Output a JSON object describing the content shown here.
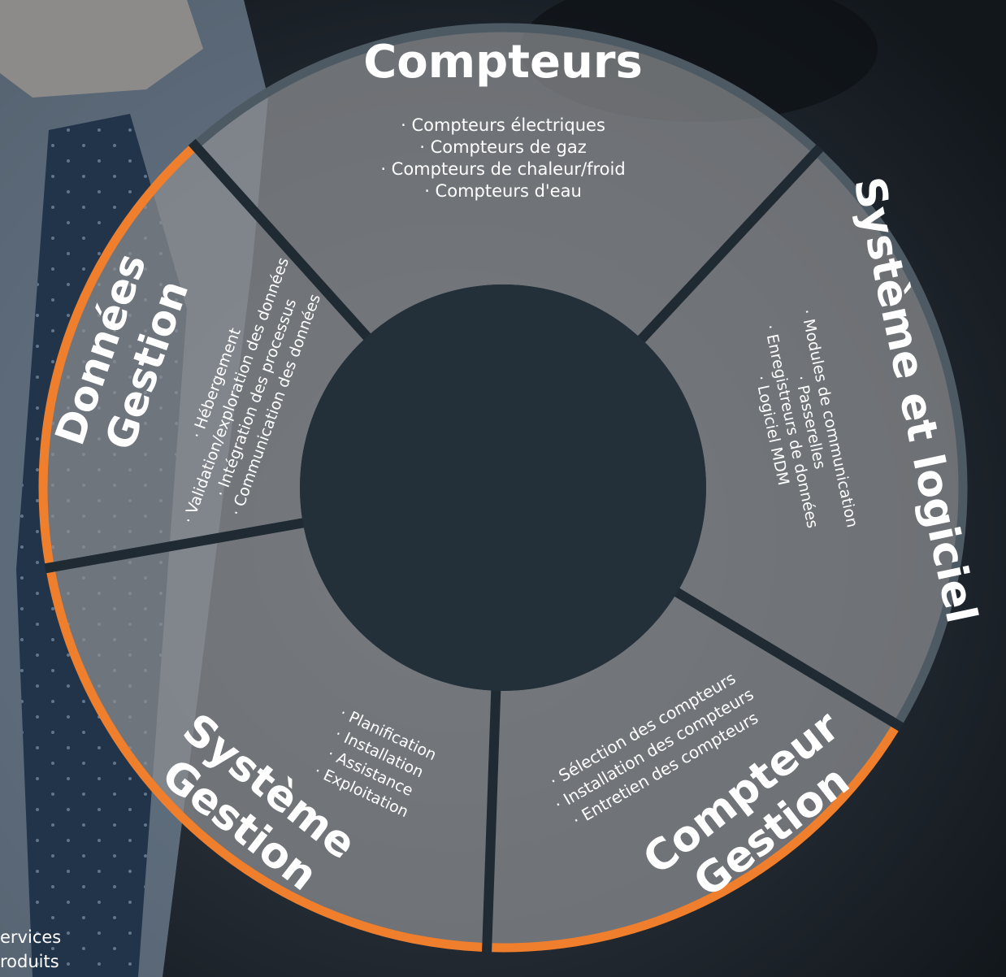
{
  "colors": {
    "accent": "#ef7e2d",
    "dark_border": "#4e5a63",
    "center": "#23303a",
    "segment_fill": "#8d8f91"
  },
  "segments": [
    {
      "id": "compteurs",
      "title_lines": [
        "Compteurs"
      ],
      "items": [
        "· Compteurs électriques",
        "· Compteurs de gaz",
        "· Compteurs de chaleur/froid",
        "· Compteurs d'eau"
      ]
    },
    {
      "id": "systeme-logiciel",
      "title_lines": [
        "Système et logiciel"
      ],
      "items": [
        "· Modules de communication",
        "· Passerelles",
        "· Enregistreurs de données",
        "· Logiciel MDM"
      ]
    },
    {
      "id": "gestion-compteur",
      "title_lines": [
        "Compteur",
        "Gestion"
      ],
      "items": [
        "· Sélection des compteurs",
        "· Installation des compteurs",
        "· Entretien des compteurs"
      ]
    },
    {
      "id": "gestion-systeme",
      "title_lines": [
        "Système",
        "Gestion"
      ],
      "items": [
        "· Planification",
        "· Installation",
        "· Assistance",
        "· Exploitation"
      ]
    },
    {
      "id": "gestion-donnees",
      "title_lines": [
        "Données",
        "Gestion"
      ],
      "items": [
        "· Hébergement",
        "· Validation/exploration des données",
        "· Intégration des processus",
        "· Communication des données"
      ]
    }
  ],
  "legend": [
    "ervices",
    "roduits"
  ]
}
